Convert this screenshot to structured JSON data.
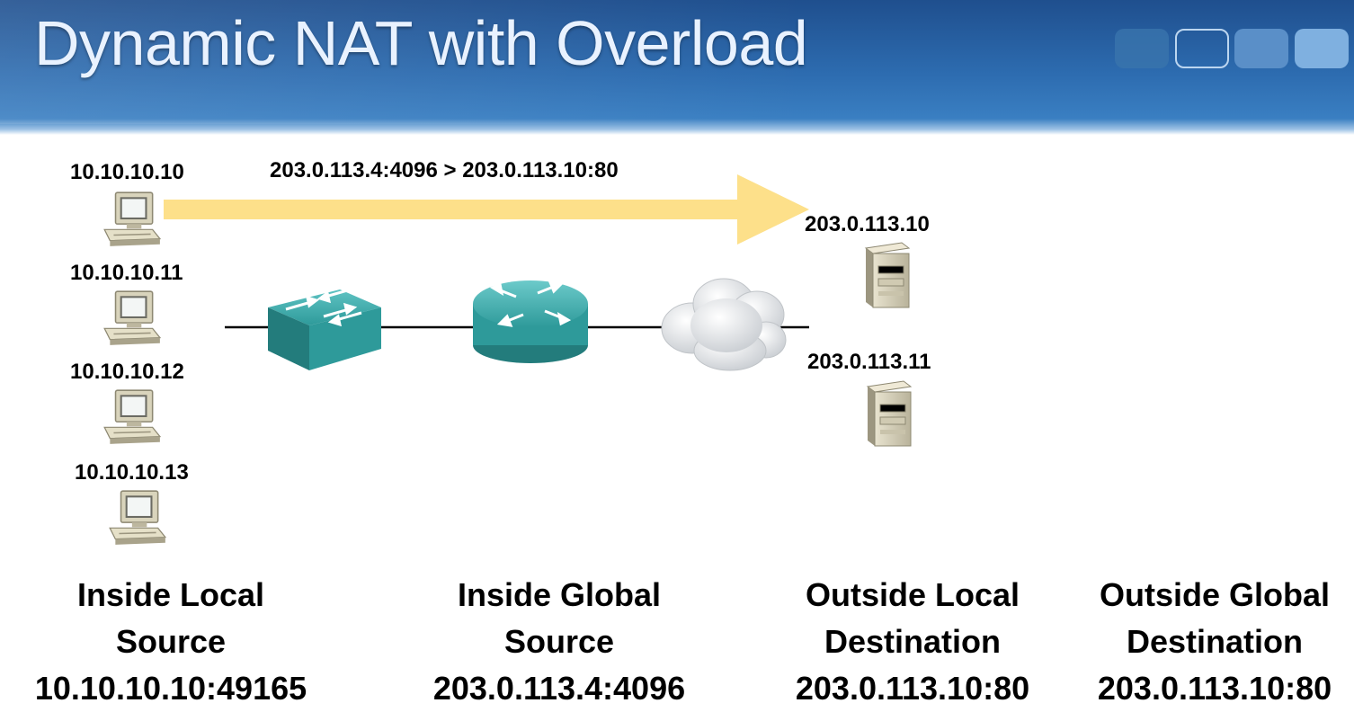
{
  "title": "Dynamic NAT with Overload",
  "flow_label": "203.0.113.4:4096 > 203.0.113.10:80",
  "hosts": [
    "10.10.10.10",
    "10.10.10.11",
    "10.10.10.12",
    "10.10.10.13"
  ],
  "servers": [
    "203.0.113.10",
    "203.0.113.11"
  ],
  "columns": [
    {
      "line1": "Inside Local",
      "line2": "Source",
      "address": "10.10.10.10:49165"
    },
    {
      "line1": "Inside Global",
      "line2": "Source",
      "address": "203.0.113.4:4096"
    },
    {
      "line1": "Outside Local",
      "line2": "Destination",
      "address": "203.0.113.10:80"
    },
    {
      "line1": "Outside Global",
      "line2": "Destination",
      "address": "203.0.113.10:80"
    }
  ],
  "colors": {
    "arrow": "#fde08a",
    "network_device": "#2e9a9a",
    "header": "#2d6cb0"
  },
  "icons": [
    "pc-icon",
    "switch-icon",
    "router-icon",
    "cloud-icon",
    "server-icon"
  ]
}
